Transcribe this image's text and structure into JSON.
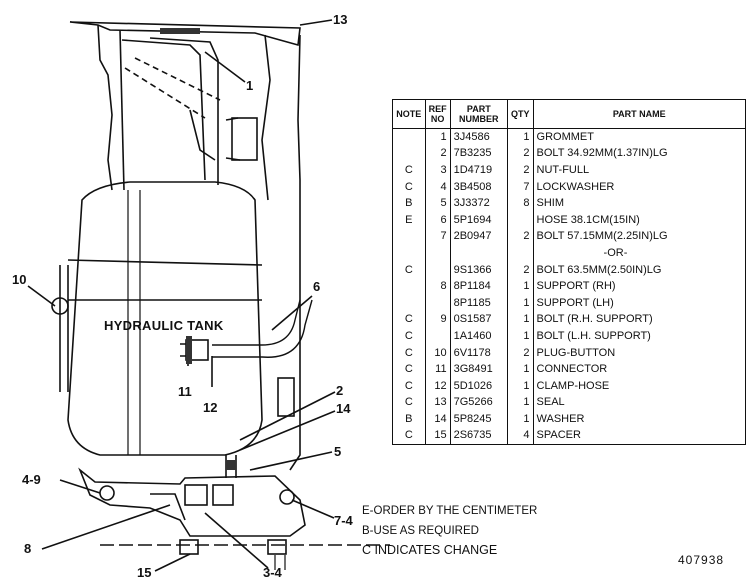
{
  "callouts": {
    "c13": "13",
    "c1": "1",
    "c6": "6",
    "c10": "10",
    "c11": "11",
    "c12": "12",
    "c2": "2",
    "c14": "14",
    "c5": "5",
    "c4_9": "4-9",
    "c7_4": "7-4",
    "c8": "8",
    "c15": "15",
    "c3_4": "3-4"
  },
  "tank_label": "HYDRAULIC TANK",
  "table": {
    "headers": {
      "note": "NOTE",
      "ref": "REF NO",
      "part_number": "PART NUMBER",
      "qty": "QTY",
      "part_name": "PART NAME"
    },
    "rows": [
      {
        "note": "",
        "ref": "1",
        "pn": "3J4586",
        "qty": "1",
        "name": "GROMMET"
      },
      {
        "note": "",
        "ref": "2",
        "pn": "7B3235",
        "qty": "2",
        "name": "BOLT 34.92MM(1.37IN)LG"
      },
      {
        "note": "C",
        "ref": "3",
        "pn": "1D4719",
        "qty": "2",
        "name": "NUT-FULL"
      },
      {
        "note": "C",
        "ref": "4",
        "pn": "3B4508",
        "qty": "7",
        "name": "LOCKWASHER"
      },
      {
        "note": "B",
        "ref": "5",
        "pn": "3J3372",
        "qty": "8",
        "name": "SHIM"
      },
      {
        "note": "E",
        "ref": "6",
        "pn": "5P1694",
        "qty": "",
        "name": "HOSE 38.1CM(15IN)"
      },
      {
        "note": "",
        "ref": "7",
        "pn": "2B0947",
        "qty": "2",
        "name": "BOLT 57.15MM(2.25IN)LG"
      },
      {
        "note": "",
        "ref": "",
        "pn": "",
        "qty": "",
        "name": "-OR-",
        "center": true
      },
      {
        "note": "C",
        "ref": "",
        "pn": "9S1366",
        "qty": "2",
        "name": "BOLT 63.5MM(2.50IN)LG"
      },
      {
        "note": "",
        "ref": "8",
        "pn": "8P1184",
        "qty": "1",
        "name": "SUPPORT (RH)"
      },
      {
        "note": "",
        "ref": "",
        "pn": "8P1185",
        "qty": "1",
        "name": "SUPPORT (LH)"
      },
      {
        "note": "C",
        "ref": "9",
        "pn": "0S1587",
        "qty": "1",
        "name": "BOLT (R.H. SUPPORT)"
      },
      {
        "note": "C",
        "ref": "",
        "pn": "1A1460",
        "qty": "1",
        "name": "BOLT (L.H. SUPPORT)"
      },
      {
        "note": "C",
        "ref": "10",
        "pn": "6V1178",
        "qty": "2",
        "name": "PLUG-BUTTON"
      },
      {
        "note": "C",
        "ref": "11",
        "pn": "3G8491",
        "qty": "1",
        "name": "CONNECTOR"
      },
      {
        "note": "C",
        "ref": "12",
        "pn": "5D1026",
        "qty": "1",
        "name": "CLAMP-HOSE"
      },
      {
        "note": "C",
        "ref": "13",
        "pn": "7G5266",
        "qty": "1",
        "name": "SEAL"
      },
      {
        "note": "B",
        "ref": "14",
        "pn": "5P8245",
        "qty": "1",
        "name": "WASHER"
      },
      {
        "note": "C",
        "ref": "15",
        "pn": "2S6735",
        "qty": "4",
        "name": "SPACER"
      }
    ]
  },
  "legend": {
    "line1": "E-ORDER BY THE CENTIMETER",
    "line2": "B-USE AS REQUIRED",
    "line3": "C INDICATES CHANGE"
  },
  "figure_number": "407938"
}
